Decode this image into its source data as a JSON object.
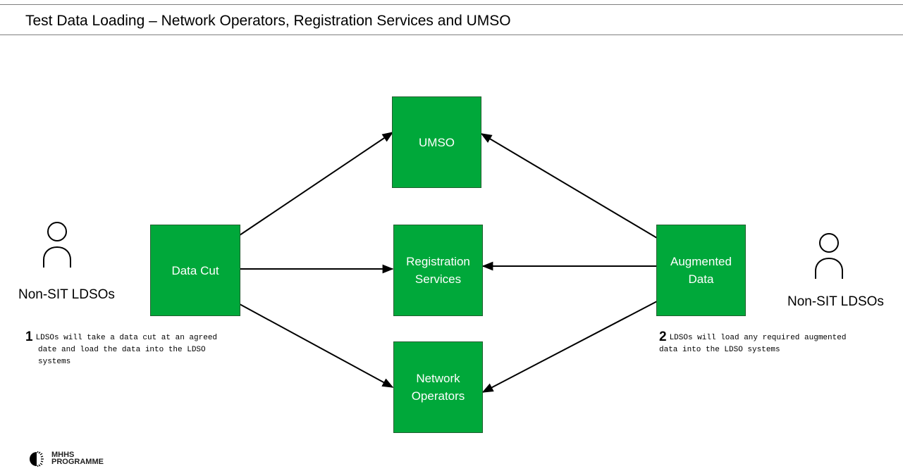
{
  "slide": {
    "title": "Test Data Loading – Network Operators, Registration Services and UMSO"
  },
  "boxes": {
    "umso": "UMSO",
    "registration": "Registration\nServices",
    "network": "Network\nOperators",
    "data_cut": "Data Cut",
    "augmented": "Augmented\nData"
  },
  "actors": {
    "left_label": "Non-SIT LDSOs",
    "right_label": "Non-SIT LDSOs"
  },
  "notes": {
    "left": {
      "number": "1",
      "line1": "LDSOs will take a data cut at an agreed",
      "line2": "date and load the data into the LDSO",
      "line3": "systems"
    },
    "right": {
      "number": "2",
      "line1": "LDSOs will load any required augmented",
      "line2": "data into the LDSO systems"
    }
  },
  "logo": {
    "line1": "MHHS",
    "line2": "PROGRAMME"
  },
  "colors": {
    "box_fill": "#00a83a",
    "box_border": "#1f5f2f",
    "rule": "#7f7f7f"
  }
}
